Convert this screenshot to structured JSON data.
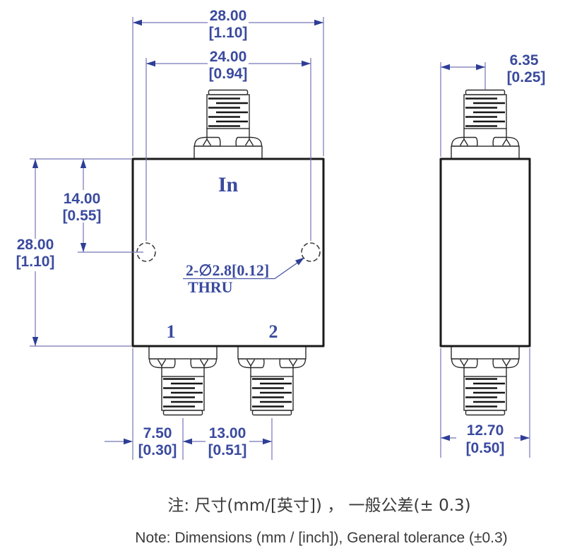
{
  "front": {
    "input_label": "In",
    "port1_label": "1",
    "port2_label": "2",
    "hole_callout": "2-∅2.8[0.12]",
    "hole_callout_thru": "THRU",
    "width_mm": "28.00",
    "width_in": "[1.10]",
    "hole_span_mm": "24.00",
    "hole_span_in": "[0.94]",
    "height_mm": "28.00",
    "height_in": "[1.10]",
    "hole_offset_mm": "14.00",
    "hole_offset_in": "[0.55]",
    "port1_offset_mm": "7.50",
    "port1_offset_in": "[0.30]",
    "port_pitch_mm": "13.00",
    "port_pitch_in": "[0.51]"
  },
  "side": {
    "connector_offset_mm": "6.35",
    "connector_offset_in": "[0.25]",
    "depth_mm": "12.70",
    "depth_in": "[0.50]"
  },
  "notes": {
    "cn": "注: 尺寸(mm/[英寸]) ， 一般公差(± 0.3)",
    "en": "Note: Dimensions (mm / [inch]), General tolerance (±0.3)"
  },
  "colors": {
    "dimension_text": "#3a4a9e",
    "dimension_line": "#7676b6",
    "arrow": "#2e3e96",
    "outline": "#1a1a1a",
    "note_text": "#3a3a3a"
  }
}
